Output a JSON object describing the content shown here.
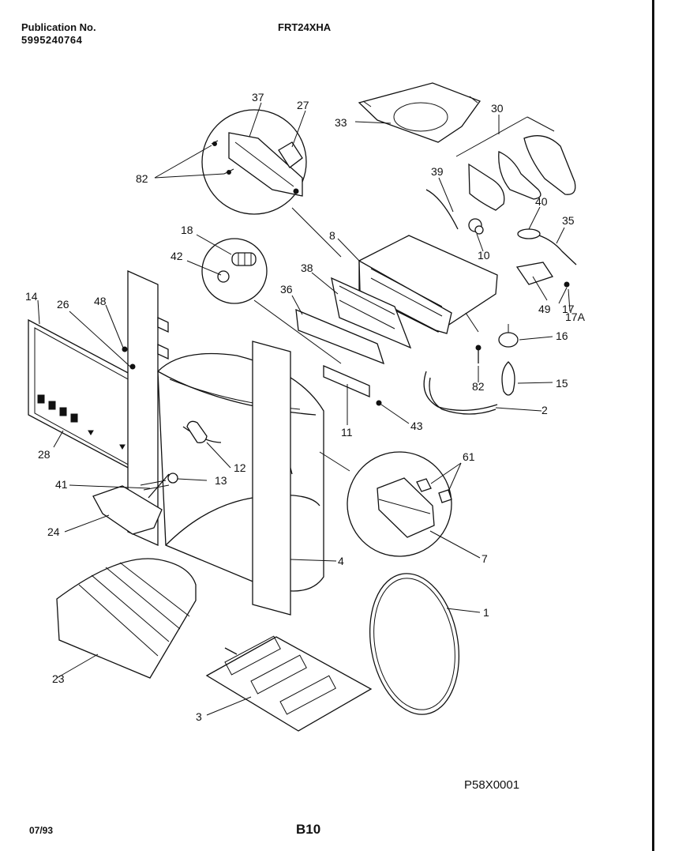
{
  "header": {
    "publication_label": "Publication No.",
    "publication_number": "5995240764",
    "model": "FRT24XHA"
  },
  "footer": {
    "date": "07/93",
    "page": "B10",
    "figure_code": "P58X0001"
  },
  "callouts": [
    "37",
    "27",
    "33",
    "30",
    "82",
    "39",
    "40",
    "35",
    "18",
    "42",
    "8",
    "38",
    "36",
    "10",
    "14",
    "26",
    "48",
    "49",
    "17",
    "17A",
    "16",
    "15",
    "82",
    "2",
    "11",
    "43",
    "12",
    "61",
    "41",
    "13",
    "28",
    "24",
    "7",
    "4",
    "1",
    "23",
    "3"
  ],
  "colors": {
    "ink": "#111111",
    "paper": "#ffffff"
  }
}
